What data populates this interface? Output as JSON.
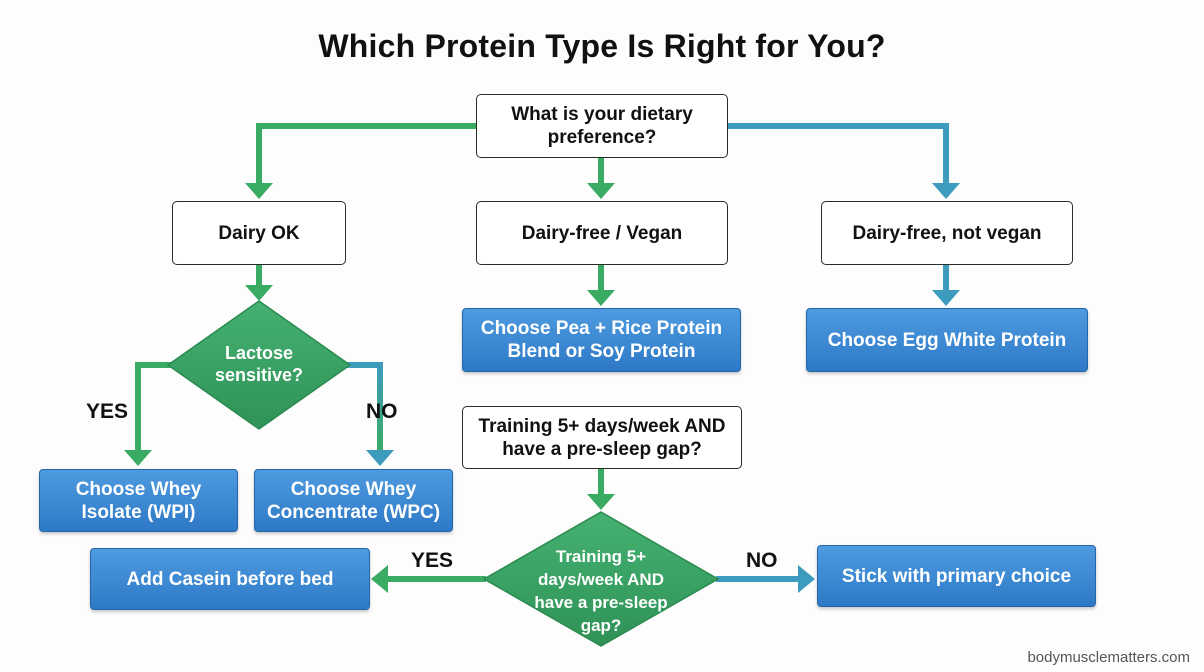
{
  "title": "Which Protein Type Is Right for You?",
  "colors": {
    "green": "#3aab63",
    "teal": "#3d9bbd",
    "blue": "#3483d1",
    "diamond": "#3aa062"
  },
  "nodes": {
    "preference_q": "What is your dietary preference?",
    "dairy_ok": "Dairy OK",
    "dairy_free_vegan": "Dairy-free / Vegan",
    "dairy_free_not_vegan": "Dairy-free, not vegan",
    "lactose_q": "Lactose sensitive?",
    "whey_isolate": "Choose Whey Isolate (WPI)",
    "whey_concentrate": "Choose Whey Concentrate (WPC)",
    "pea_rice": "Choose Pea + Rice Protein Blend or Soy Protein",
    "egg_white": "Choose Egg White Protein",
    "training_q": "Training 5+ days/week AND have a pre-sleep gap?",
    "training_diamond": "Training 5+ days/week AND have a pre-sleep gap?",
    "casein": "Add Casein before bed",
    "stick": "Stick with primary choice"
  },
  "labels": {
    "lactose_yes": "YES",
    "lactose_no": "NO",
    "training_yes": "YES",
    "training_no": "NO"
  },
  "footer": "bodymusclematters.com"
}
